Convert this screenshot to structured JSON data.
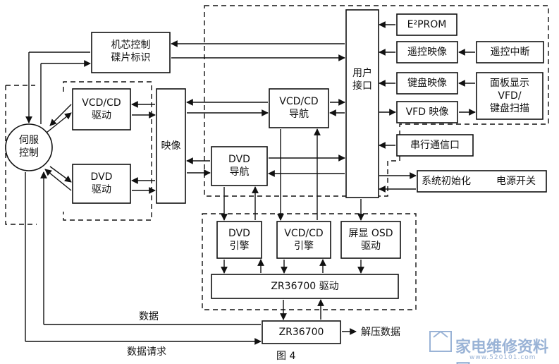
{
  "blocks": {
    "core_ctrl": [
      "机芯控制",
      "碟片标识"
    ],
    "user_if": [
      "用户",
      "接口"
    ],
    "eeprom": "E²PROM",
    "remote_map": "遥控映像",
    "remote_int": "遥控中断",
    "key_map": "键盘映像",
    "panel": [
      "面板显示",
      "VFD/",
      "键盘扫描"
    ],
    "vfd_map": "VFD 映像",
    "serial": "串行通信口",
    "sys_init": "系统初始化",
    "power": "电源开关",
    "vcdcd_drv": [
      "VCD/CD",
      "驱动"
    ],
    "mapping": "映像",
    "vcdcd_nav": [
      "VCD/CD",
      "导航"
    ],
    "servo": [
      "伺服",
      "控制"
    ],
    "dvd_drv": [
      "DVD",
      "驱动"
    ],
    "dvd_nav": [
      "DVD",
      "导航"
    ],
    "dvd_engine": [
      "DVD",
      "引擎"
    ],
    "vcdcd_engine": [
      "VCD/CD",
      "引擎"
    ],
    "osd_drv": [
      "屏显 OSD",
      "驱动"
    ],
    "zr_drv": "ZR36700 驱动",
    "zr": "ZR36700"
  },
  "labels": {
    "data": "数据",
    "data_request": "数据请求",
    "decompress": "解压数据",
    "figure": "图 4"
  },
  "watermark": {
    "cn": "家电维修资料网",
    "url": "www.520101.com"
  }
}
